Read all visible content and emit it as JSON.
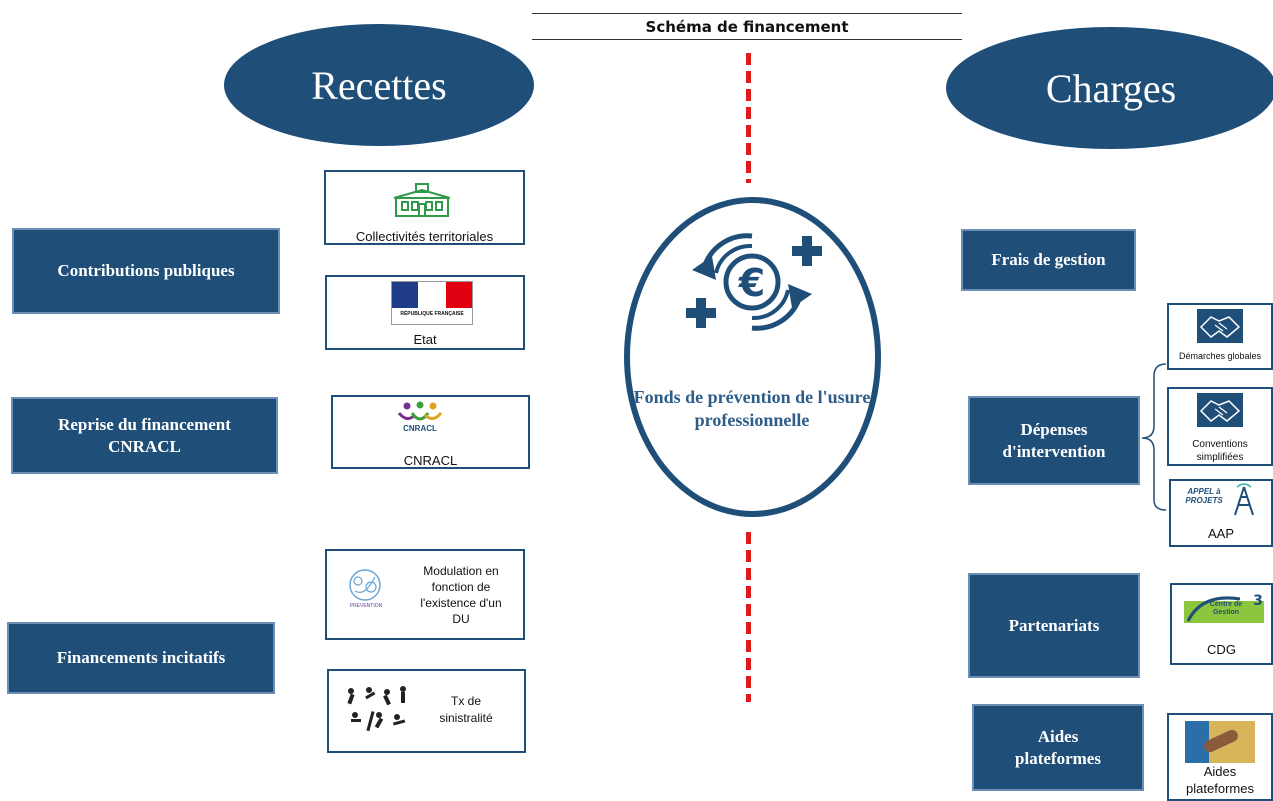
{
  "title": "Schéma de financement",
  "recettes": "Recettes",
  "charges": "Charges",
  "center_label": "Fonds de prévention de l'usure professionnelle",
  "left": {
    "contributions": "Contributions publiques",
    "reprise": "Reprise du financement CNRACL",
    "incitatifs": "Financements incitatifs",
    "cards": {
      "collectivites": "Collectivités territoriales",
      "etat": "Etat",
      "etat_logo_text": "RÉPUBLIQUE FRANÇAISE",
      "cnracl": "CNRACL",
      "cnracl_logo": "CNRACL",
      "modulation": "Modulation en fonction de l'existence d'un DU",
      "modulation_logo": "PREVENTION",
      "tx": "Tx de sinistralité"
    }
  },
  "right": {
    "frais": "Frais de gestion",
    "depenses": "Dépenses d'intervention",
    "partenariats": "Partenariats",
    "aides": "Aides plateformes",
    "cards": {
      "demarches": "Démarches globales",
      "conventions": "Conventions simplifiées",
      "aap": "AAP",
      "aap_logo": "APPEL à PROJETS",
      "cdg": "CDG",
      "cdg_logo": "Centre de Gestion",
      "aides": "Aides plateformes"
    }
  },
  "colors": {
    "primary": "#1f4e79",
    "dash": "#e0191b",
    "center_text": "#2e5d8a"
  }
}
